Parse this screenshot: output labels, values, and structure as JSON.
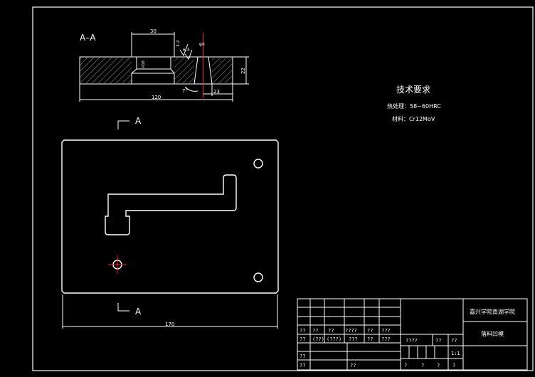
{
  "colors": {
    "background": "#000000",
    "line": "#ffffff",
    "centerline": "#ff2020"
  },
  "section": {
    "label": "A–A",
    "dims": {
      "top_width": "30",
      "total_length": "120",
      "height": "22",
      "right_offset": "23",
      "small_a": "3.2",
      "small_b": "6.3",
      "small_c": "φ8",
      "small_d": "R18",
      "angle": "7°"
    }
  },
  "cut_label_top": "A",
  "cut_label_bottom": "A",
  "plan": {
    "width_dim": "170"
  },
  "tech": {
    "title": "技术要求",
    "heat": "热处理：58~60HRC",
    "material": "材料：Cr12MoV"
  },
  "title_block": {
    "school": "嘉兴学院南湖学院",
    "part_name": "落料凹模",
    "row1": [
      "??",
      "??",
      "??",
      "????",
      "??",
      "???"
    ],
    "row2": [
      "??",
      "(??)",
      "(???)",
      "???",
      "??",
      "???"
    ],
    "row2b": [
      "????",
      "??",
      "??"
    ],
    "scale": "1:1",
    "row3": [
      "??"
    ],
    "row4": [
      "??",
      "??",
      "?",
      "?",
      "?",
      "?"
    ]
  }
}
